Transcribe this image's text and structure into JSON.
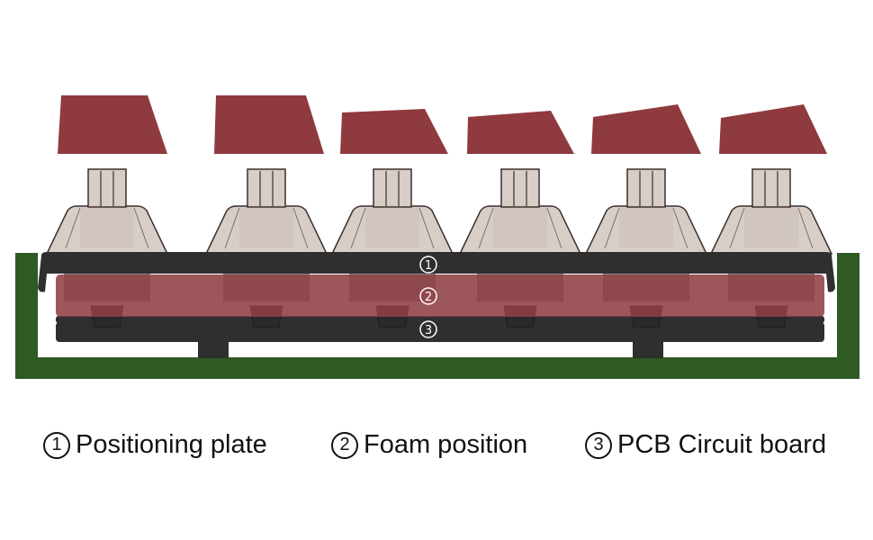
{
  "colors": {
    "case": "#2f5a22",
    "plate": "#2f2f2f",
    "foam": "#8f3f43",
    "pcb": "#2f2f2f",
    "keycap": "#8f3a3f",
    "switch": "#d8cec8",
    "switch_outline": "#3b2f2c",
    "marker": "#ffffff"
  },
  "markers": [
    {
      "number": "1"
    },
    {
      "number": "2"
    },
    {
      "number": "3"
    }
  ],
  "legend": [
    {
      "number": "1",
      "label": "Positioning plate"
    },
    {
      "number": "2",
      "label": "Foam position"
    },
    {
      "number": "3",
      "label": "PCB Circuit board"
    }
  ]
}
